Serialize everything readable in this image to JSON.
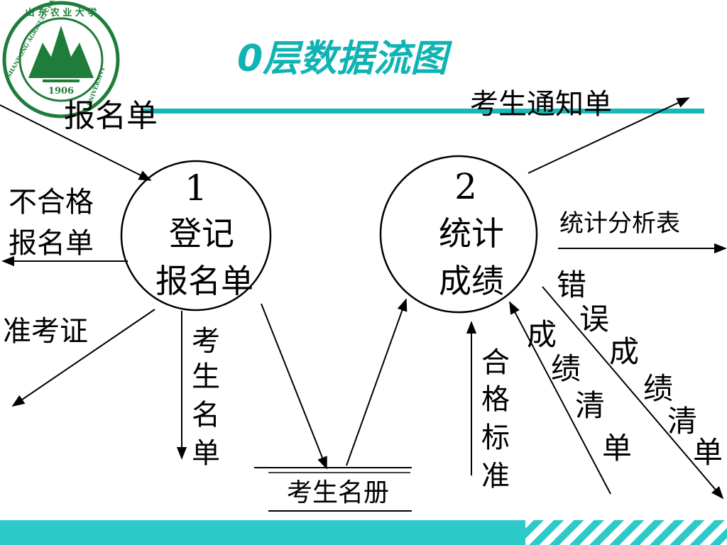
{
  "slide": {
    "title": "0层数据流图",
    "accent_color": "#17b8b8",
    "footer_color": "#2ec9c9"
  },
  "logo": {
    "top_text": "山 东 农 业 大 学",
    "left_text": "SHANDONG AGRICULTURAL",
    "right_text": "UNIVERSITY",
    "year": "1906",
    "color": "#1e7d3b"
  },
  "processes": [
    {
      "number": "1",
      "line1": "登记",
      "line2": "报名单"
    },
    {
      "number": "2",
      "line1": "统计",
      "line2": "成绩"
    }
  ],
  "data_store": {
    "label": "考生名册"
  },
  "flows": {
    "signup_form": "报名单",
    "unqualified_line1": "不合格",
    "unqualified_line2": "报名单",
    "admission_ticket": "准考证",
    "roster_vertical": [
      "考",
      "生",
      "名",
      "单"
    ],
    "pass_standard": [
      "合",
      "格",
      "标",
      "准"
    ],
    "score_list": [
      "成",
      "绩",
      "清",
      "单"
    ],
    "error_score_list": [
      "错",
      "误",
      "成",
      "绩",
      "清",
      "单"
    ],
    "notice": "考生通知单",
    "stats_table": "统计分析表"
  }
}
